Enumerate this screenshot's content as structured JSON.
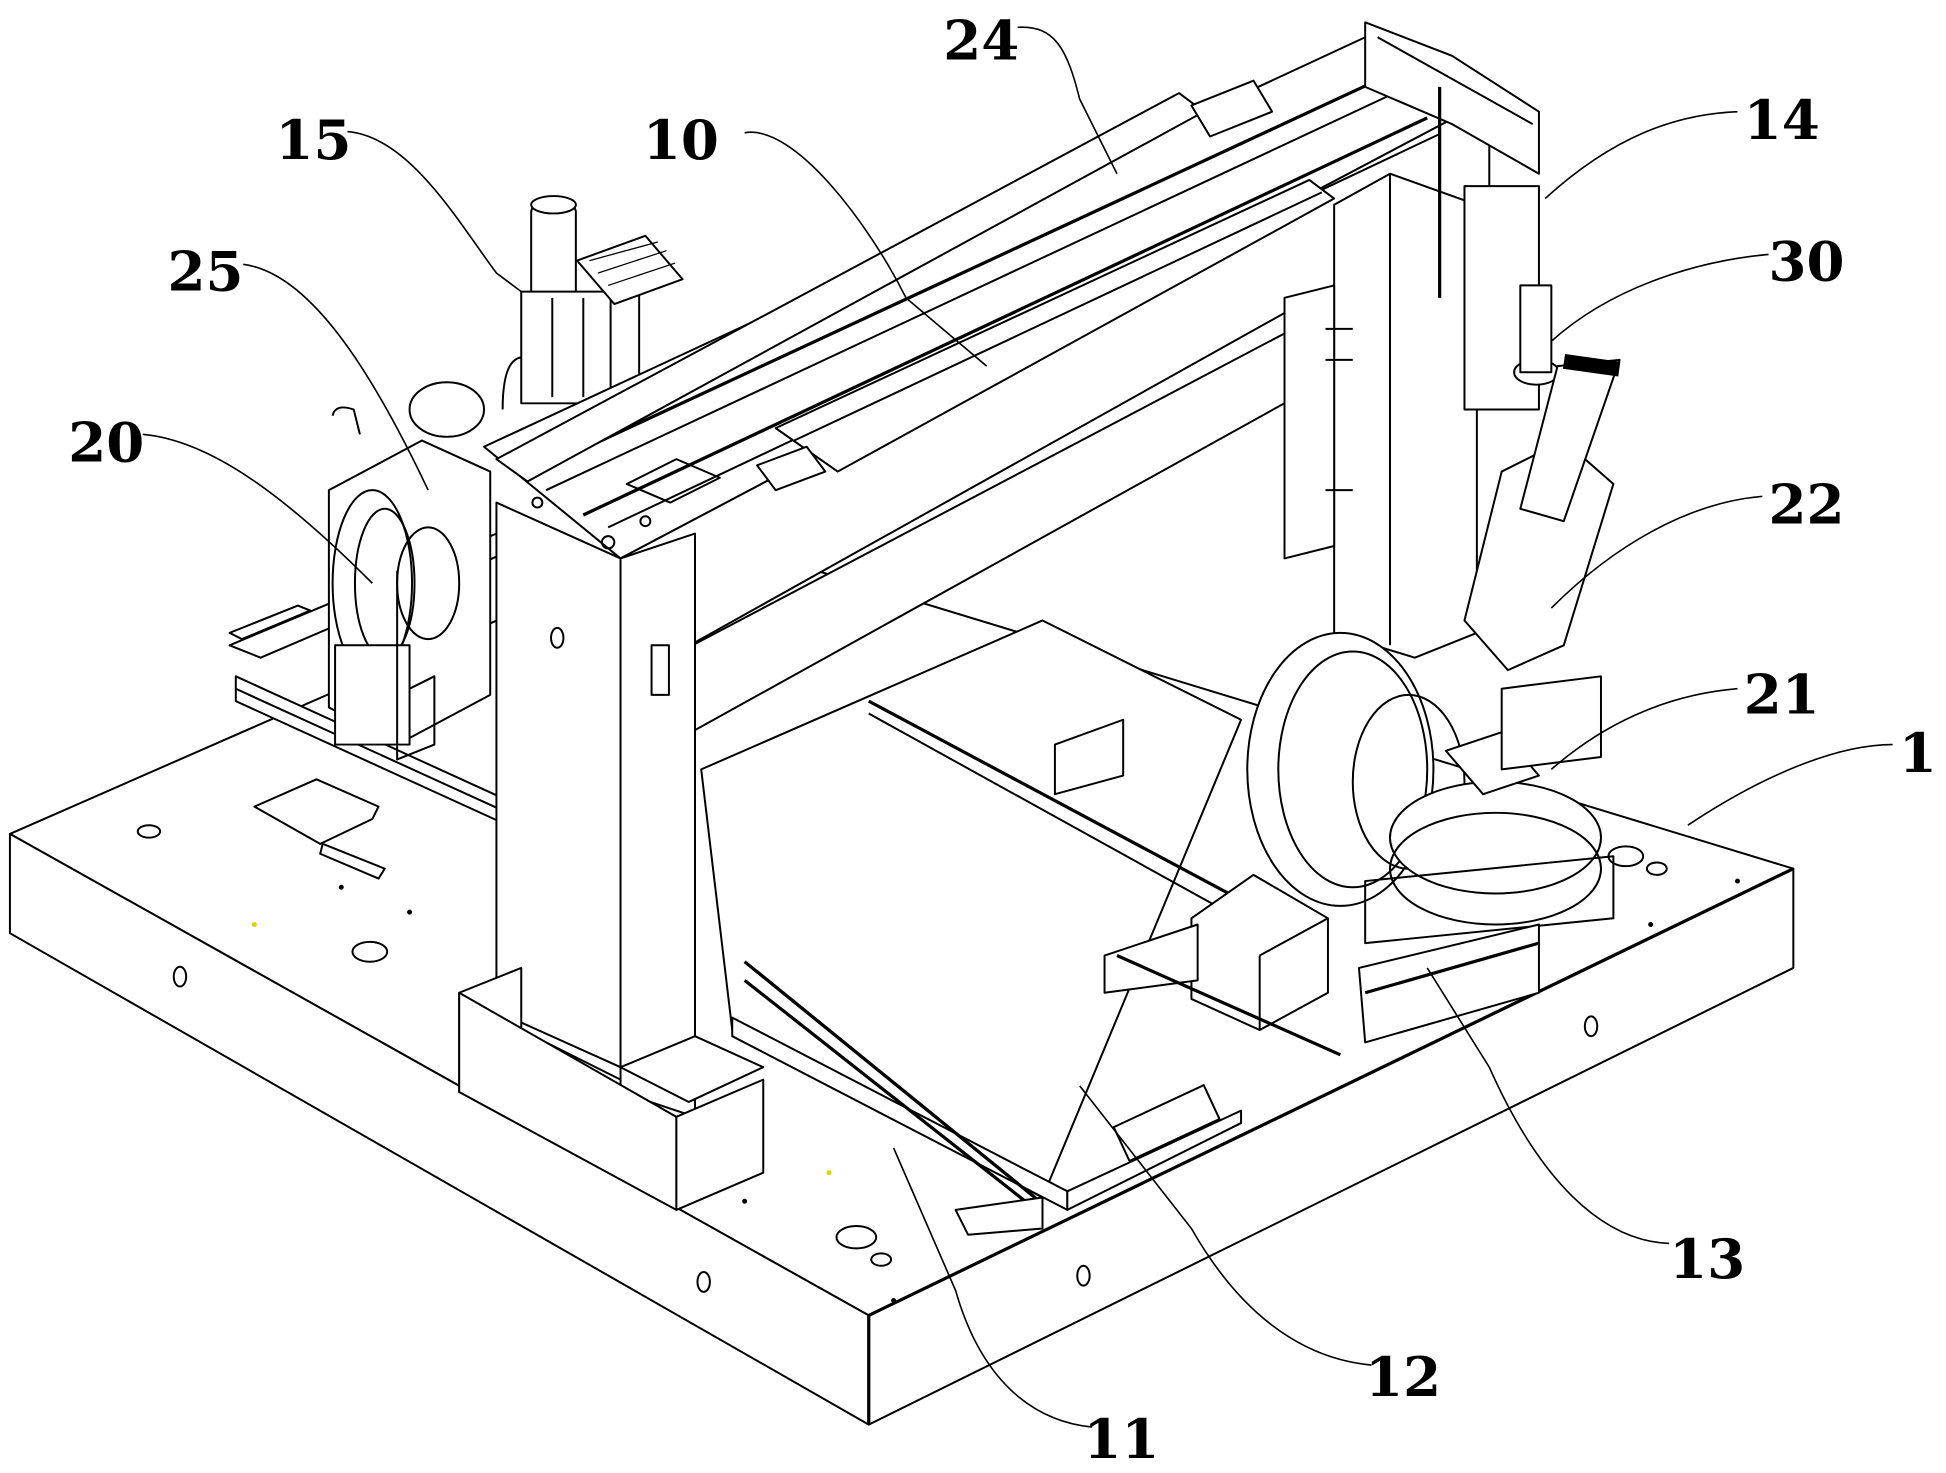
{
  "figure": {
    "type": "patent technical drawing",
    "subject": "gantry machine on base plate (perspective line art)",
    "background_color": "#ffffff",
    "line_color": "#000000",
    "labels": [
      {
        "id": "label-1",
        "text": "1"
      },
      {
        "id": "label-10",
        "text": "10"
      },
      {
        "id": "label-11",
        "text": "11"
      },
      {
        "id": "label-12",
        "text": "12"
      },
      {
        "id": "label-13",
        "text": "13"
      },
      {
        "id": "label-14",
        "text": "14"
      },
      {
        "id": "label-15",
        "text": "15"
      },
      {
        "id": "label-20",
        "text": "20"
      },
      {
        "id": "label-21",
        "text": "21"
      },
      {
        "id": "label-22",
        "text": "22"
      },
      {
        "id": "label-24",
        "text": "24"
      },
      {
        "id": "label-25",
        "text": "25"
      },
      {
        "id": "label-30",
        "text": "30"
      }
    ]
  }
}
